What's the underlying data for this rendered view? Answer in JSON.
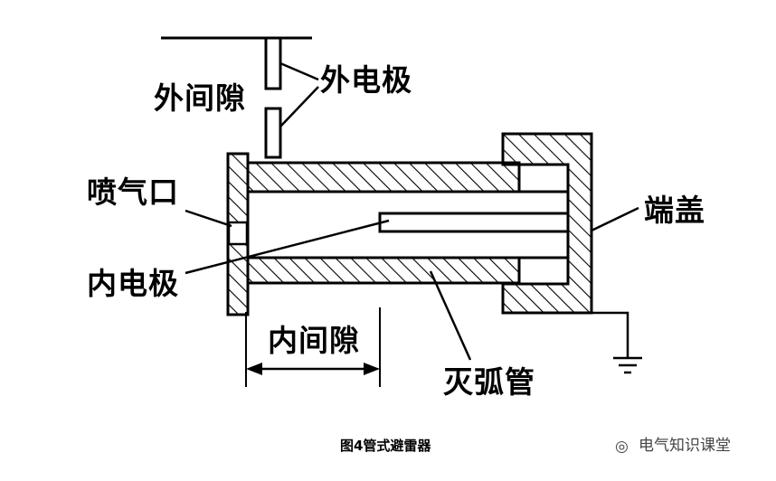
{
  "labels": {
    "outer_gap": "外间隙",
    "outer_electrode": "外电极",
    "nozzle": "喷气口",
    "inner_electrode": "内电极",
    "end_cap": "端盖",
    "inner_gap": "内间隙",
    "arc_tube": "灭弧管"
  },
  "caption": "图4管式避雷器",
  "watermark": "电气知识课堂",
  "colors": {
    "line": "#000000",
    "background": "#ffffff"
  }
}
